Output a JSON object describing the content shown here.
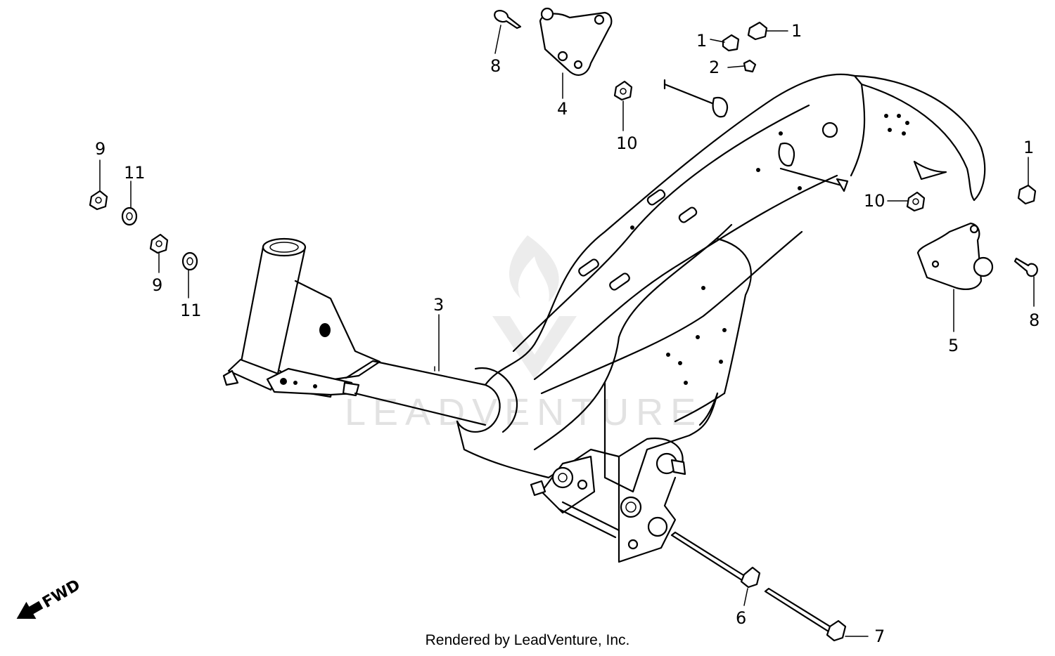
{
  "watermark": {
    "text": "LEADVENTURE"
  },
  "direction_indicator": {
    "label": "FWD"
  },
  "footer": {
    "credit": "Rendered by LeadVenture, Inc."
  },
  "callouts": [
    {
      "id": "1",
      "label": "1"
    },
    {
      "id": "1",
      "label": "1"
    },
    {
      "id": "1",
      "label": "1"
    },
    {
      "id": "2",
      "label": "2"
    },
    {
      "id": "3",
      "label": "3"
    },
    {
      "id": "4",
      "label": "4"
    },
    {
      "id": "5",
      "label": "5"
    },
    {
      "id": "6",
      "label": "6"
    },
    {
      "id": "7",
      "label": "7"
    },
    {
      "id": "8",
      "label": "8"
    },
    {
      "id": "8",
      "label": "8"
    },
    {
      "id": "9",
      "label": "9"
    },
    {
      "id": "9",
      "label": "9"
    },
    {
      "id": "10",
      "label": "10"
    },
    {
      "id": "10",
      "label": "10"
    },
    {
      "id": "11",
      "label": "11"
    },
    {
      "id": "11",
      "label": "11"
    }
  ]
}
